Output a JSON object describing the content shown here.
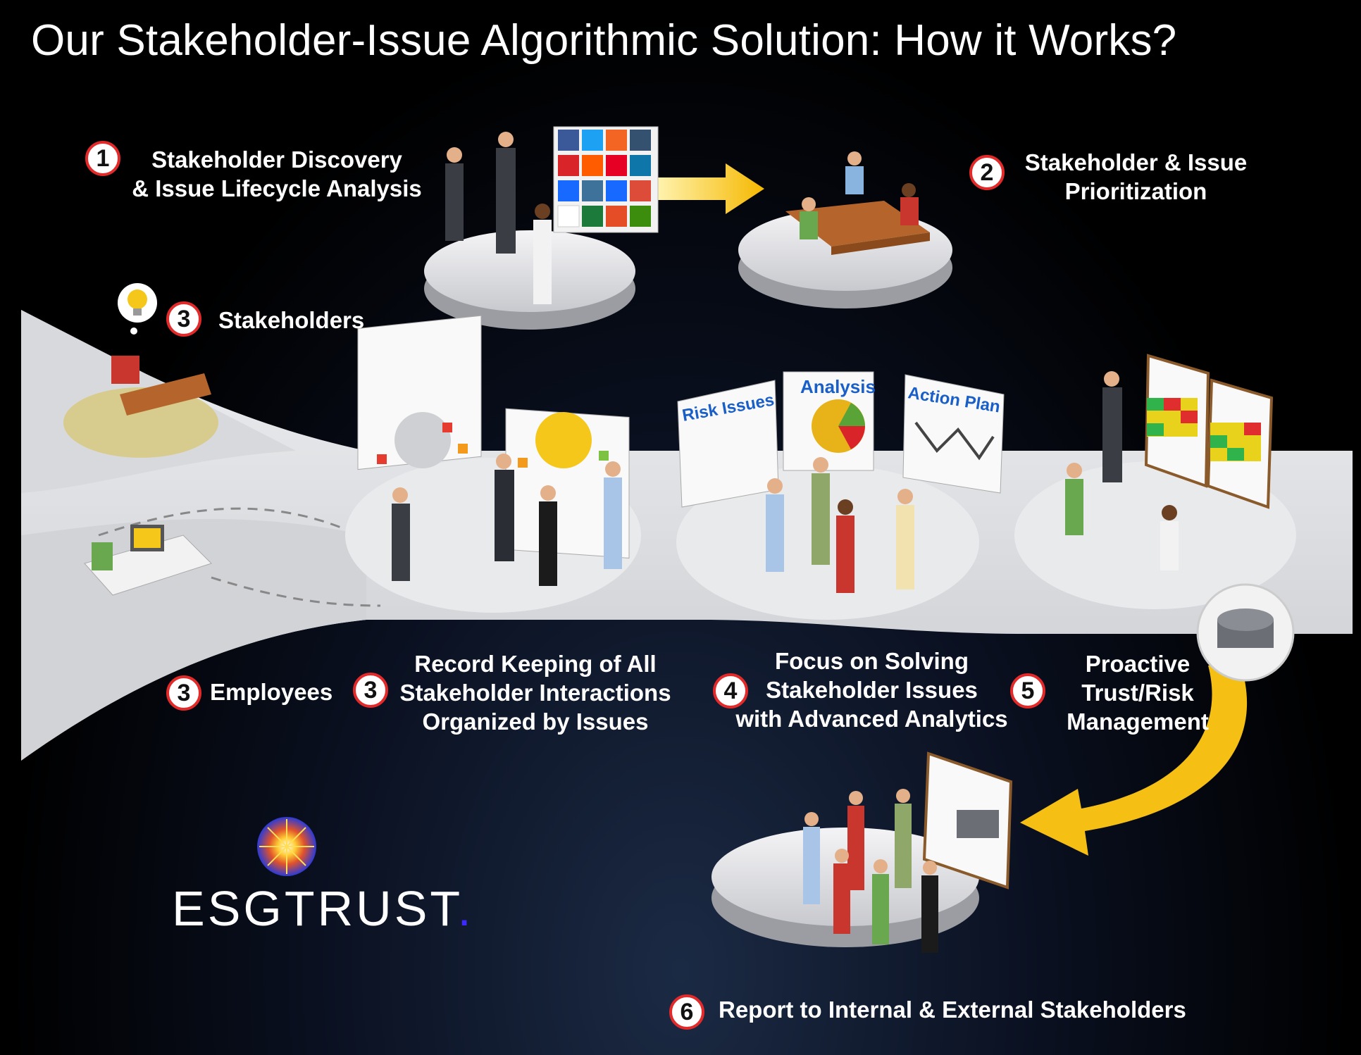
{
  "title": "Our Stakeholder-Issue Algorithmic Solution: How it Works?",
  "steps": [
    {
      "number": "1",
      "label": "Stakeholder Discovery\n& Issue Lifecycle Analysis"
    },
    {
      "number": "2",
      "label": "Stakeholder & Issue\nPrioritization"
    },
    {
      "number": "3",
      "label": "Stakeholders"
    },
    {
      "number": "3",
      "label": "Employees"
    },
    {
      "number": "3",
      "label": "Record Keeping of All\nStakeholder Interactions\nOrganized by Issues"
    },
    {
      "number": "4",
      "label": "Focus on Solving\nStakeholder Issues\nwith Advanced Analytics"
    },
    {
      "number": "5",
      "label": "Proactive\nTrust/Risk\nManagement"
    },
    {
      "number": "6",
      "label": "Report to Internal & External Stakeholders"
    }
  ],
  "panels": {
    "risk": "Risk Issues",
    "analysis": "Analysis",
    "action": "Action Plan"
  },
  "brand": {
    "name": "ESGTRUST",
    "dot": "."
  },
  "colors": {
    "badge_border": "#e32a2a",
    "arrow": "#f7c51b",
    "panel_heading": "#1a5fc8",
    "brand_dot": "#3b2bff",
    "road": "#e4e5e8"
  }
}
